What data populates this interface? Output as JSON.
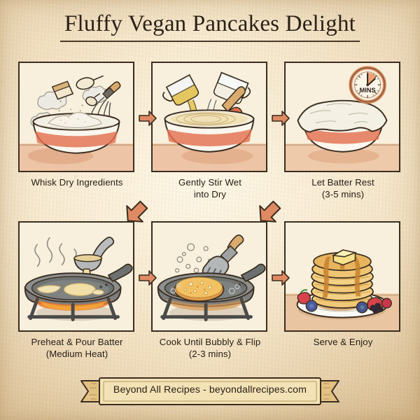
{
  "poster": {
    "title": "Fluffy Vegan Pancakes Delight",
    "background_color": "#f2e3c4",
    "ink_color": "#3b2e21",
    "accent_color": "#e08a63"
  },
  "steps": [
    {
      "index": 1,
      "caption_line1": "Whisk Dry Ingredients",
      "caption_line2": "",
      "art": "mixing-bowl-flour-whisk"
    },
    {
      "index": 2,
      "caption_line1": "Gently Stir Wet",
      "caption_line2": "into Dry",
      "art": "bowl-pouring-wet-ingredients"
    },
    {
      "index": 3,
      "caption_line1": "Let Batter Rest",
      "caption_line2": "(3-5 mins)",
      "art": "covered-bowl-with-timer",
      "timer_label": "MINS"
    },
    {
      "index": 4,
      "caption_line1": "Preheat & Pour Batter",
      "caption_line2": "(Medium Heat)",
      "art": "skillet-ladle-pour-batter"
    },
    {
      "index": 5,
      "caption_line1": "Cook Until Bubbly & Flip",
      "caption_line2": "(2-3 mins)",
      "art": "pancake-cooking-spatula"
    },
    {
      "index": 6,
      "caption_line1": "Serve & Enjoy",
      "caption_line2": "",
      "art": "pancake-stack-butter-berries"
    }
  ],
  "arrows": [
    {
      "name": "arrow-step1-to-step2",
      "direction": "right"
    },
    {
      "name": "arrow-step2-to-step3",
      "direction": "right"
    },
    {
      "name": "arrow-step3-to-step4",
      "direction": "down-left"
    },
    {
      "name": "arrow-step5-to-step6",
      "direction": "right"
    },
    {
      "name": "arrow-step4-to-step5",
      "direction": "right"
    },
    {
      "name": "arrow-row1-to-row2",
      "direction": "down-left"
    }
  ],
  "footer": {
    "text": "Beyond All Recipes - beyondallrecipes.com"
  }
}
